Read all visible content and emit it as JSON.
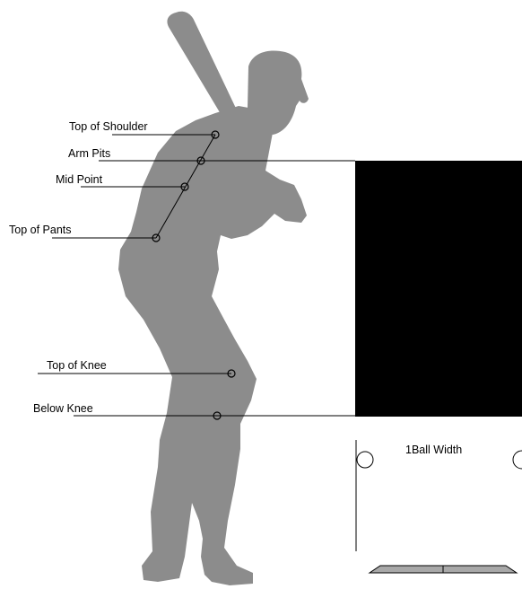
{
  "labels": {
    "top_of_shoulder": "Top of Shoulder",
    "arm_pits": "Arm Pits",
    "mid_point": "Mid Point",
    "top_of_pants": "Top of Pants",
    "top_of_knee": "Top of Knee",
    "below_knee": "Below Knee",
    "ball_width": "1Ball Width"
  },
  "colors": {
    "silhouette": "#8c8c8c",
    "strike_zone": "#000000",
    "lines": "#000000",
    "plate": "#a8a8a8"
  },
  "icons": {
    "batter": "batter-silhouette-icon",
    "ball": "baseball-outline-icon",
    "plate": "home-plate-icon"
  }
}
